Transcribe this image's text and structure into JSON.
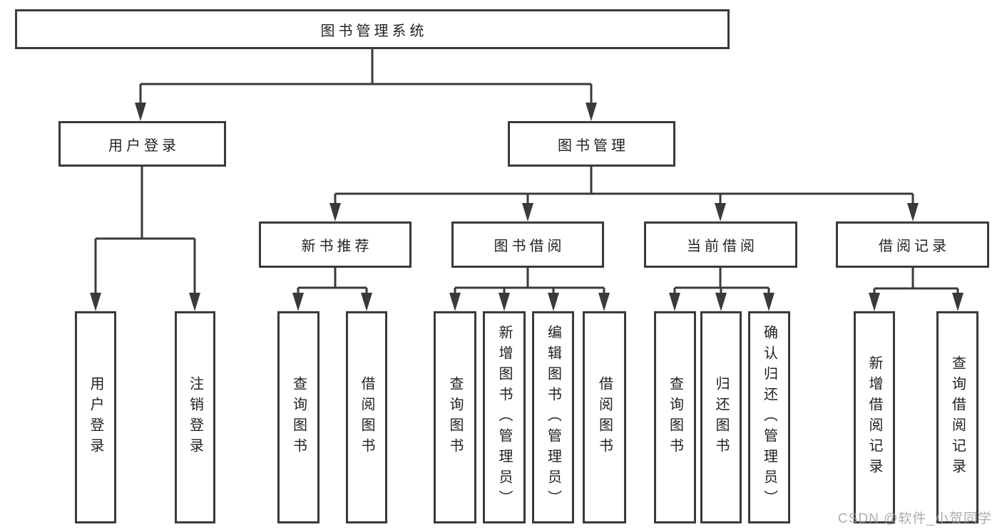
{
  "diagram": {
    "root": {
      "label": "图书管理系统",
      "children": [
        {
          "label": "用户登录",
          "children": [
            {
              "label": "用户登录"
            },
            {
              "label": "注销登录"
            }
          ]
        },
        {
          "label": "图书管理",
          "children": [
            {
              "label": "新书推荐",
              "children": [
                {
                  "label": "查询图书"
                },
                {
                  "label": "借阅图书"
                }
              ]
            },
            {
              "label": "图书借阅",
              "children": [
                {
                  "label": "查询图书"
                },
                {
                  "label": "新增图书（管理员）"
                },
                {
                  "label": "编辑图书（管理员）"
                },
                {
                  "label": "借阅图书"
                }
              ]
            },
            {
              "label": "当前借阅",
              "children": [
                {
                  "label": "查询图书"
                },
                {
                  "label": "归还图书"
                },
                {
                  "label": "确认归还（管理员）"
                }
              ]
            },
            {
              "label": "借阅记录",
              "children": [
                {
                  "label": "新增借阅记录"
                },
                {
                  "label": "查询借阅记录"
                }
              ]
            }
          ]
        }
      ]
    }
  },
  "watermark": {
    "text": "CSDN @软件_小贺同学"
  },
  "colors": {
    "line": "#3a3a3a",
    "box_border": "#3a3a3a",
    "box_fill": "#ffffff",
    "text": "#222222",
    "background": "#ffffff",
    "watermark": "#9aa0a6"
  }
}
